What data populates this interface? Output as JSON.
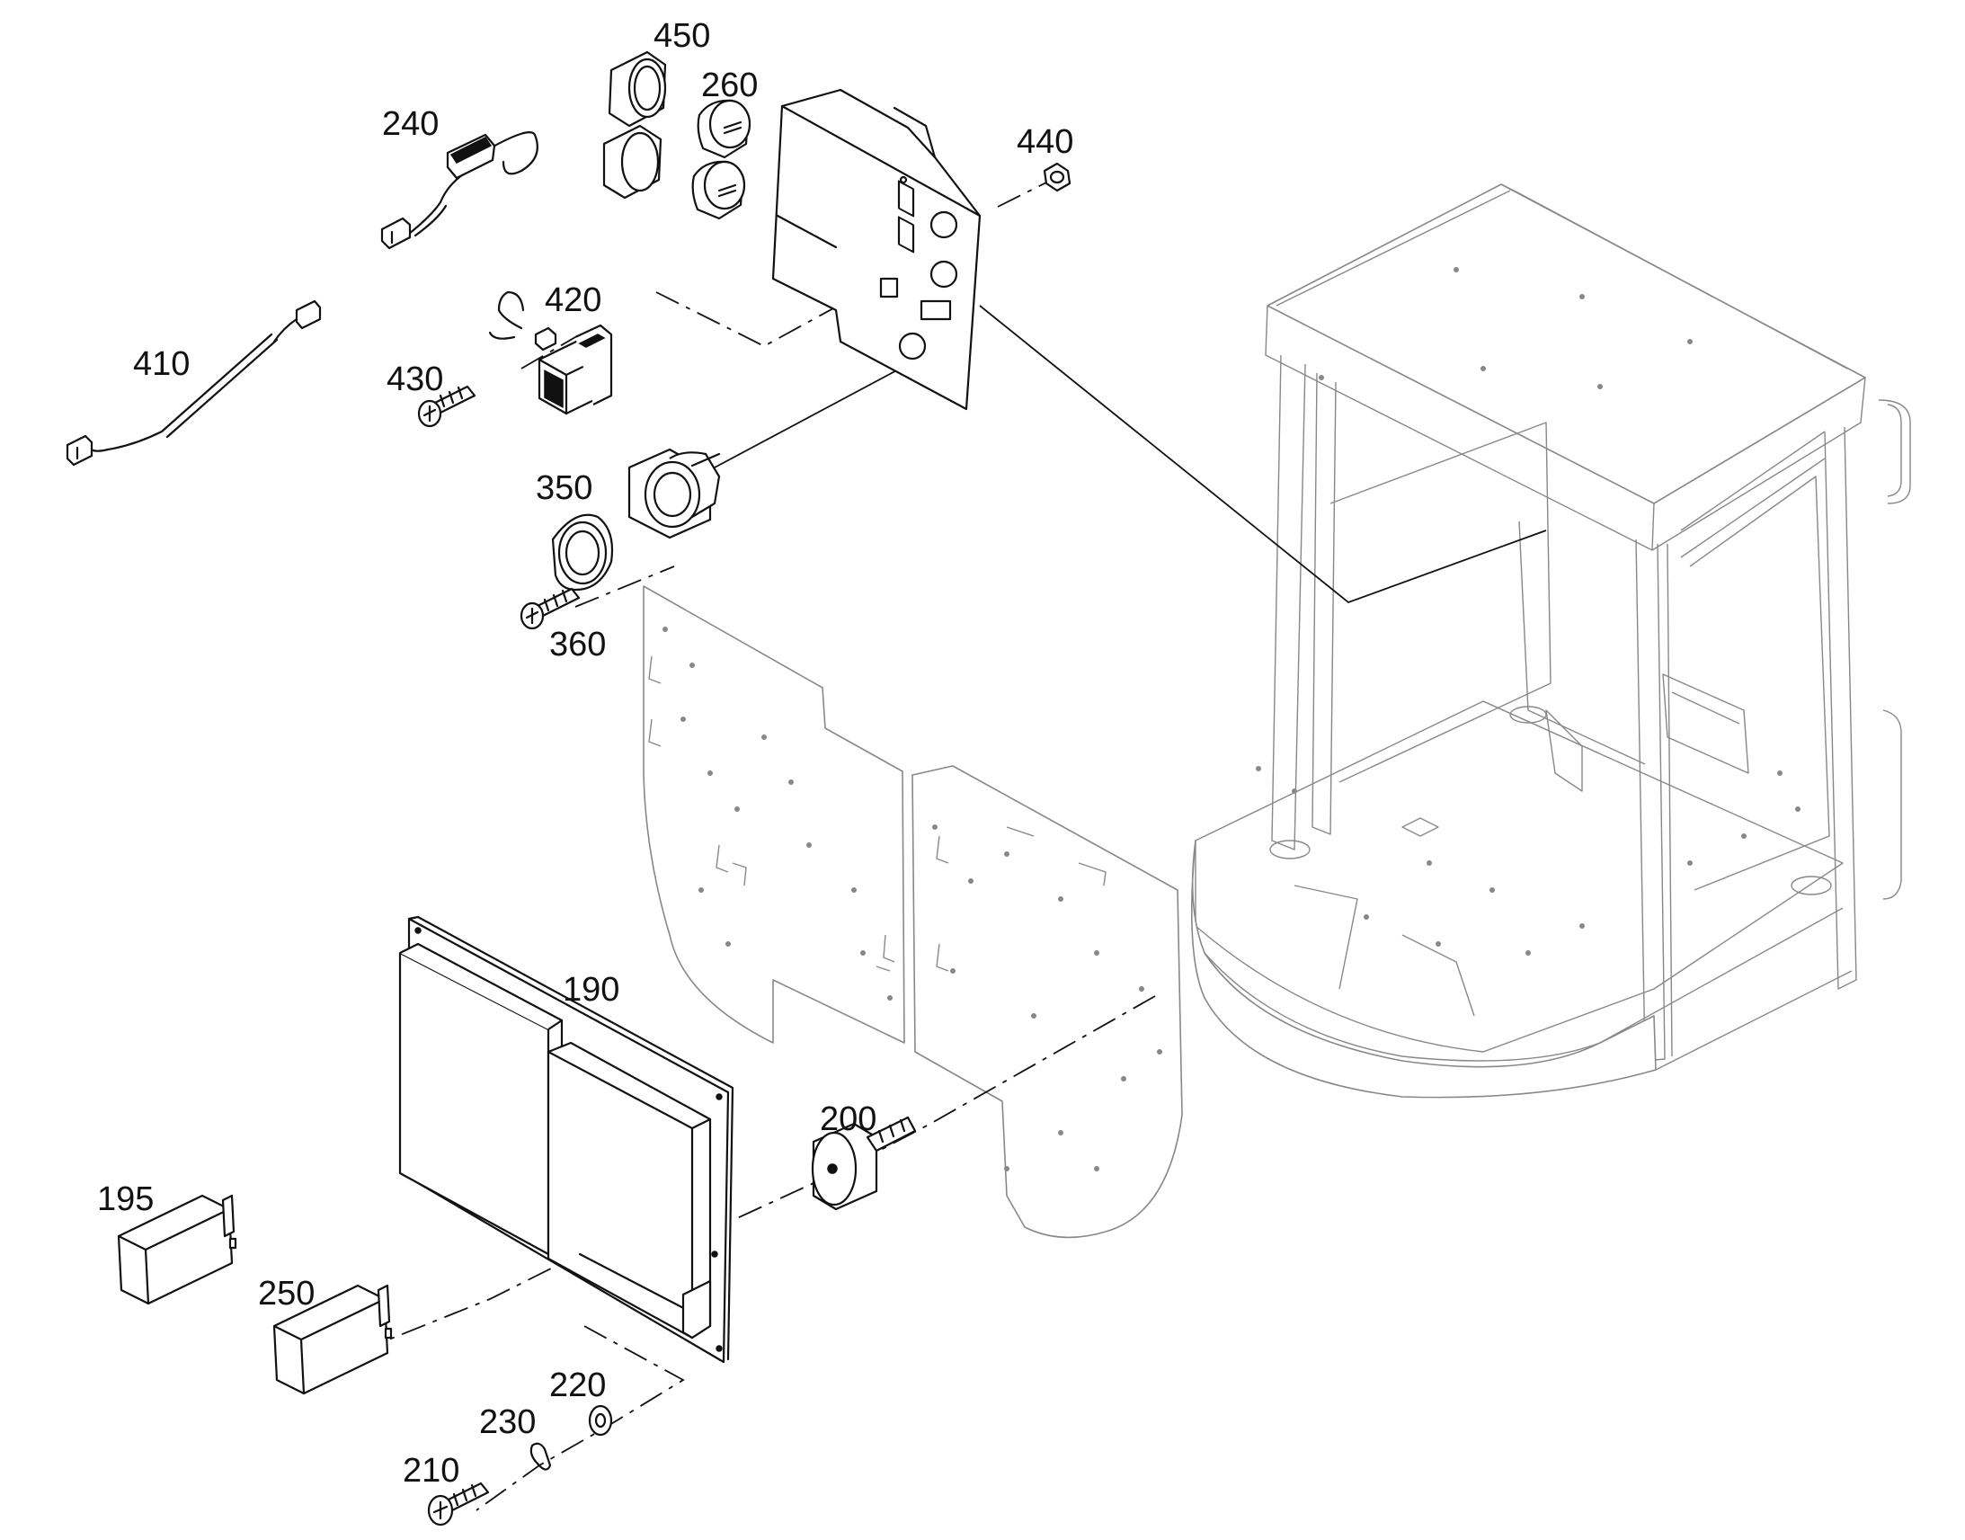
{
  "callouts": {
    "c450": "450",
    "c260": "260",
    "c240": "240",
    "c440": "440",
    "c420": "420",
    "c410": "410",
    "c430": "430",
    "c350": "350",
    "c360": "360",
    "c190": "190",
    "c200": "200",
    "c195": "195",
    "c250": "250",
    "c220": "220",
    "c230": "230",
    "c210": "210"
  },
  "colors": {
    "line": "#111111",
    "ghost": "#888888",
    "background": "#ffffff"
  }
}
